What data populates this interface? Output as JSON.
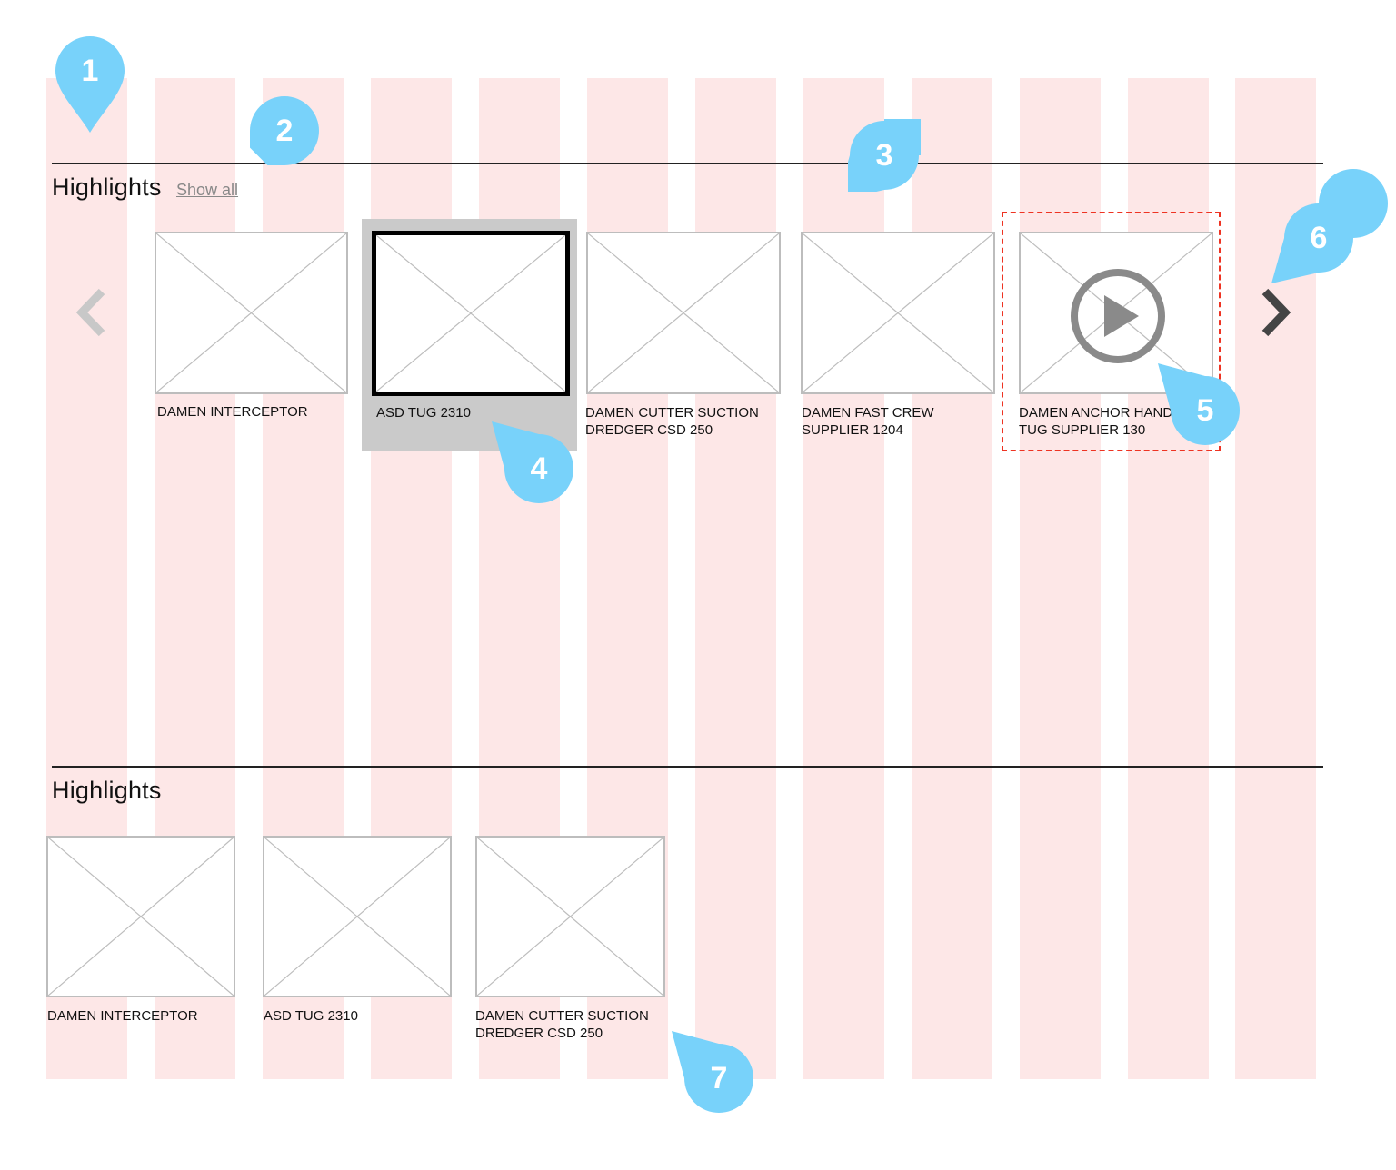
{
  "colors": {
    "grid_column": "#fde7e7",
    "marker": "#78d2fa",
    "video_outline": "#ee3322",
    "selected_bg": "#cacaca"
  },
  "carousel": {
    "heading": "Highlights",
    "show_all_label": "Show all",
    "prev_icon": "chevron-left-icon",
    "next_icon": "chevron-right-icon",
    "items": [
      {
        "caption": "DAMEN INTERCEPTOR",
        "selected": false,
        "video": false
      },
      {
        "caption": "ASD TUG 2310",
        "selected": true,
        "video": false
      },
      {
        "caption": "DAMEN CUTTER SUCTION\nDREDGER CSD 250",
        "selected": false,
        "video": false
      },
      {
        "caption": "DAMEN FAST CREW\nSUPPLIER 1204",
        "selected": false,
        "video": false
      },
      {
        "caption": "DAMEN ANCHOR HANDLING\nTUG SUPPLIER 130",
        "selected": false,
        "video": true
      }
    ]
  },
  "grid_section": {
    "heading": "Highlights",
    "items": [
      {
        "caption": "DAMEN INTERCEPTOR"
      },
      {
        "caption": "ASD TUG 2310"
      },
      {
        "caption": "DAMEN CUTTER SUCTION\nDREDGER CSD 250"
      }
    ]
  },
  "markers": [
    "1",
    "2",
    "3",
    "4",
    "5",
    "6",
    "7"
  ]
}
